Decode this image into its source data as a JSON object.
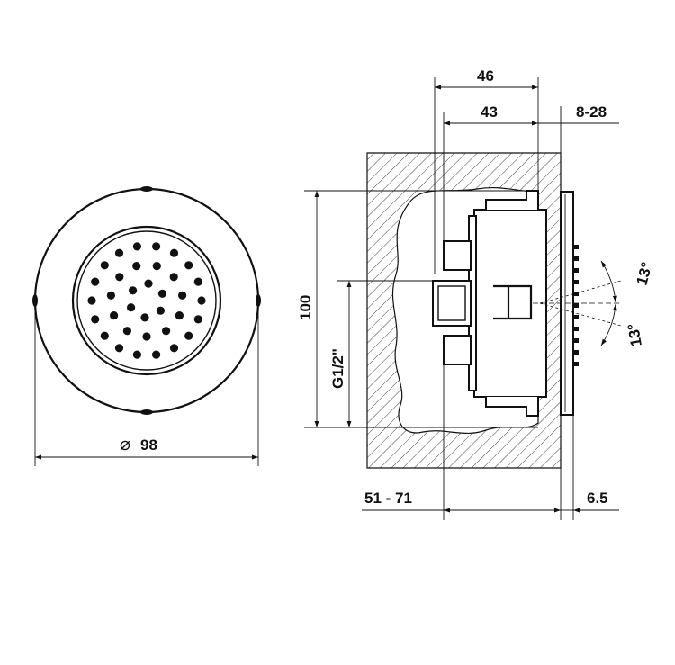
{
  "dimensions": {
    "diameter_symbol": "⌀",
    "diameter": "98",
    "depth_total": "46",
    "depth_body": "43",
    "wall_finish": "8-28",
    "height": "100",
    "thread": "G1/2\"",
    "angle_top": "13°",
    "angle_bottom": "13°",
    "wall_range": "51 - 71",
    "face_thickness": "6.5"
  },
  "colors": {
    "line": "#111111",
    "background": "#ffffff"
  }
}
